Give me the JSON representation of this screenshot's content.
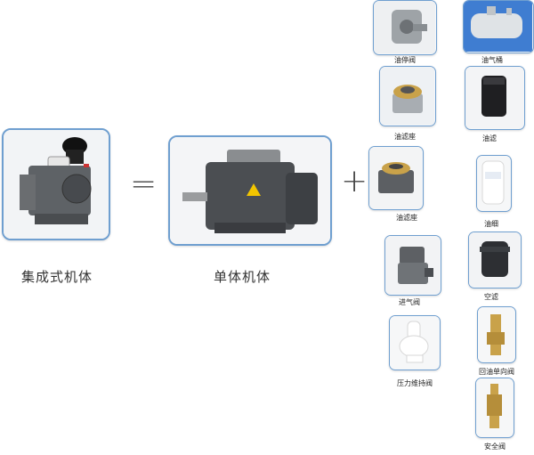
{
  "main": {
    "integrated_label": "集成式机体",
    "single_label": "单体机体",
    "equals": "=",
    "plus": "+"
  },
  "components": {
    "oil_stop_valve": "油停阀",
    "oil_gas_tank": "油气桶",
    "oil_filter_seat_a": "油滤座",
    "oil_filter": "油滤",
    "oil_filter_seat_b": "油滤座",
    "oil_separator": "油细",
    "intake_valve": "进气阀",
    "air_filter": "空滤",
    "min_pressure_valve": "压力维持阀",
    "check_valve": "回油单向阀",
    "safety_valve": "安全阀"
  },
  "colors": {
    "card_border": "#6f9fd0",
    "card_bg": "#f4f6f8"
  }
}
